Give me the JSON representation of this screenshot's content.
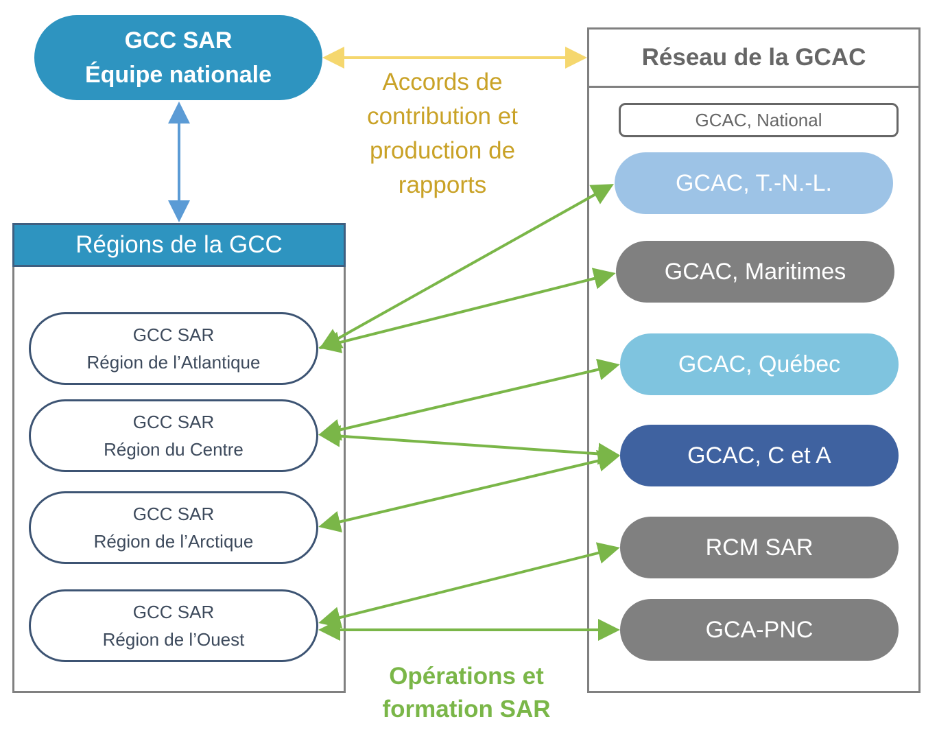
{
  "top_node": {
    "line1": "GCC SAR",
    "line2": "Équipe nationale"
  },
  "regions": {
    "title": "Régions de la GCC",
    "items": [
      {
        "line1": "GCC SAR",
        "line2": "Région de l’Atlantique"
      },
      {
        "line1": "GCC SAR",
        "line2": "Région du Centre"
      },
      {
        "line1": "GCC SAR",
        "line2": "Région de l’Arctique"
      },
      {
        "line1": "GCC SAR",
        "line2": "Région de l’Ouest"
      }
    ]
  },
  "network": {
    "title": "Réseau de la GCAC",
    "national": "GCAC, National",
    "items": [
      {
        "label": "GCAC, T.-N.-L.",
        "color": "#9dc3e6"
      },
      {
        "label": "GCAC, Maritimes",
        "color": "#808080"
      },
      {
        "label": "GCAC, Québec",
        "color": "#7fc4df"
      },
      {
        "label": "GCAC, C et A",
        "color": "#3f62a0"
      },
      {
        "label": "RCM SAR",
        "color": "#808080"
      },
      {
        "label": "GCA-PNC",
        "color": "#808080"
      }
    ]
  },
  "labels": {
    "accords": [
      "Accords de",
      "contribution et",
      "production de",
      "rapports"
    ],
    "operations": [
      "Opérations et",
      "formation SAR"
    ]
  },
  "colors": {
    "green_arrow": "#7ab648",
    "yellow_arrow": "#f5d76e",
    "blue_arrow": "#5b9bd5"
  }
}
